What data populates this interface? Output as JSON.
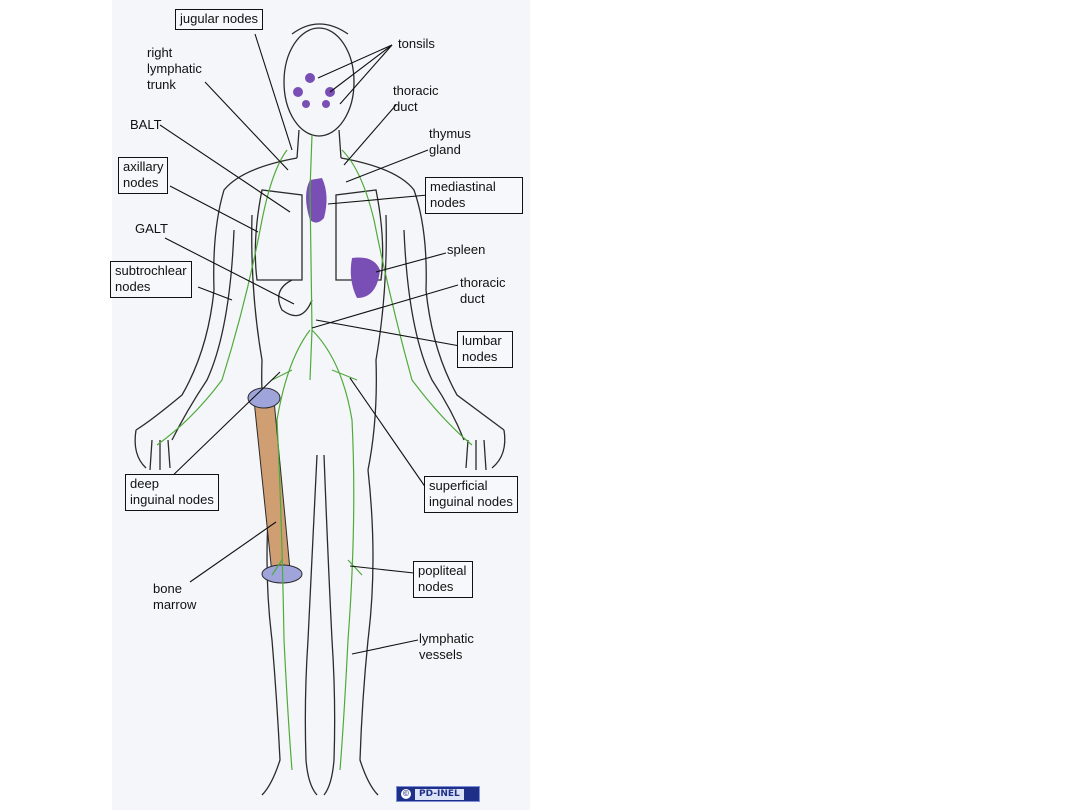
{
  "labels": {
    "jugular_nodes": "jugular nodes",
    "right_lymphatic_trunk": "right\nlymphatic\ntrunk",
    "tonsils": "tonsils",
    "thoracic_duct_upper": "thoracic\nduct",
    "balt": "BALT",
    "thymus_gland": "thymus\ngland",
    "axillary_nodes": "axillary\nnodes",
    "mediastinal_nodes": "mediastinal\nnodes",
    "galt": "GALT",
    "spleen": "spleen",
    "subtrochlear_nodes": "subtrochlear\nnodes",
    "thoracic_duct_lower": "thoracic\nduct",
    "lumbar_nodes": "lumbar\nnodes",
    "deep_inguinal_nodes": "deep\ninguinal nodes",
    "superficial_inguinal_nodes": "superficial\ninguinal nodes",
    "bone_marrow": "bone\nmarrow",
    "popliteal_nodes": "popliteal\nnodes",
    "lymphatic_vessels": "lymphatic\nvessels"
  },
  "license_badge": {
    "icon": "creative-commons-icon",
    "symbol": "©",
    "text": "PD-INEL"
  },
  "colors": {
    "background": "#f5f6f9",
    "outline": "#2b2b2b",
    "lymph_vessels": "#4faa3c",
    "lymph_organs": "#7a4fb5",
    "bone": "#cf9e73",
    "bone_ends": "#9fa5db"
  }
}
